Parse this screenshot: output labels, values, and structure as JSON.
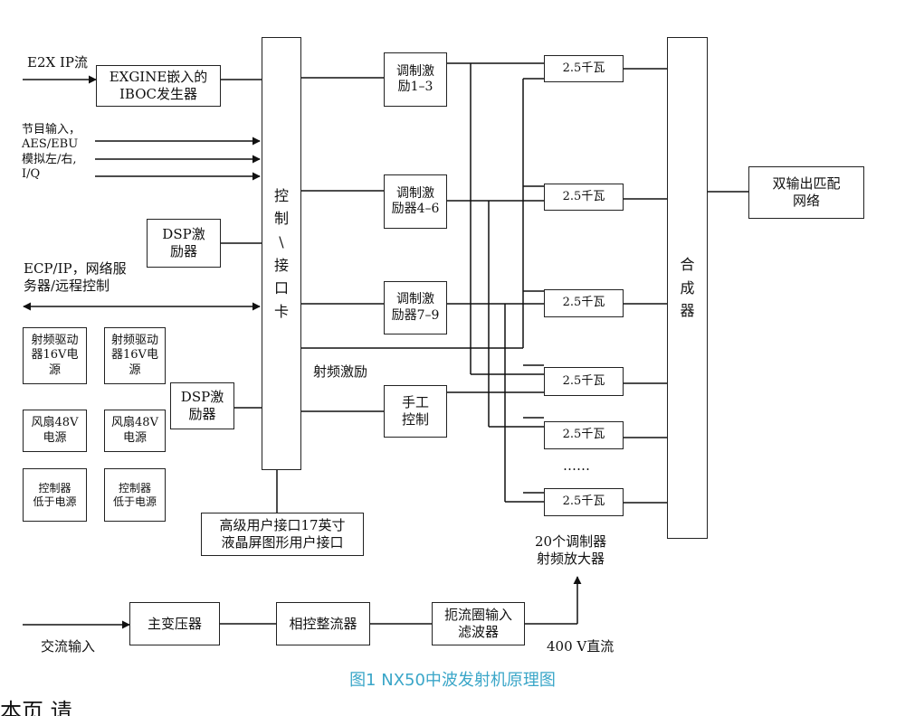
{
  "inputs": {
    "e2x": "E2X IP流",
    "program": "节目输入，\nAES/EBU\n模拟左/右,\n   I/Q",
    "ecp": "ECP/IP，网络服\n务器/远程控制",
    "rf_excite": "射频激励",
    "ac_in": "交流输入",
    "dc_400": "400 V直流"
  },
  "blocks": {
    "exgine": "EXGINE嵌入的\nIBOC发生器",
    "dsp1": "DSP激\n励器",
    "dsp2": "DSP激\n励器",
    "control_card": "控\n制\n\\\n接\n口\n卡",
    "mod1": "调制激\n励1–3",
    "mod2": "调制激\n励器4–6",
    "mod3": "调制激\n励器7–9",
    "manual": "手工\n控制",
    "gui": "高级用户接口17英寸\n液晶屏图形用户接口",
    "combiner": "合\n成\n器",
    "dual_output": "双输出匹配\n网络",
    "main_transformer": "主变压器",
    "rectifier": "相控整流器",
    "choke_filter": "扼流圈输入\n滤波器"
  },
  "power_supplies": [
    "射频驱动\n器16V电\n源",
    "射频驱动\n器16V电\n源",
    "风扇48V\n电源",
    "风扇48V\n电源",
    "控制器\n低于电源",
    "控制器\n低于电源"
  ],
  "amplifiers": [
    "2.5千瓦",
    "2.5千瓦",
    "2.5千瓦",
    "2.5千瓦",
    "2.5千瓦",
    "2.5千瓦"
  ],
  "ellipsis": "……",
  "amp_note": "20个调制器\n射频放大器",
  "caption": "图1 NX50中波发射机原理图",
  "caption_color": "#3aa6c8",
  "stray_text": "本页  请"
}
